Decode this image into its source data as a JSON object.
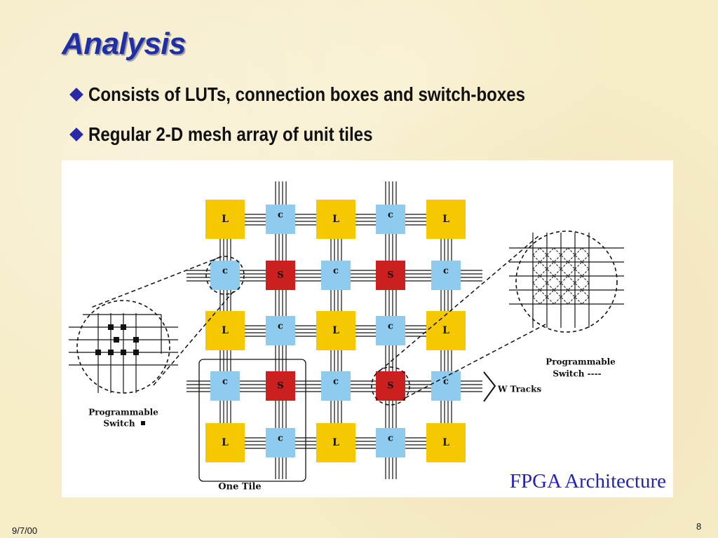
{
  "slide": {
    "title": "Analysis",
    "bullets": [
      "Consists of LUTs, connection boxes and switch-boxes",
      "Regular 2-D mesh array of unit tiles"
    ],
    "footer_date": "9/7/00",
    "page_number": "8"
  },
  "diagram": {
    "caption": "FPGA Architecture",
    "block_labels": {
      "logic": "L",
      "connection": "c",
      "switch": "S"
    },
    "labels": {
      "left_zoom": [
        "Programmable",
        "Switch"
      ],
      "right_zoom": [
        "Programmable",
        "Switch ----"
      ],
      "w_tracks": "W Tracks",
      "one_tile": "One Tile"
    },
    "colors": {
      "logic": "#f5c800",
      "connection": "#8ecbee",
      "switch": "#cc1f1f",
      "caption": "#2424b4",
      "title": "#1f2fa8"
    }
  }
}
